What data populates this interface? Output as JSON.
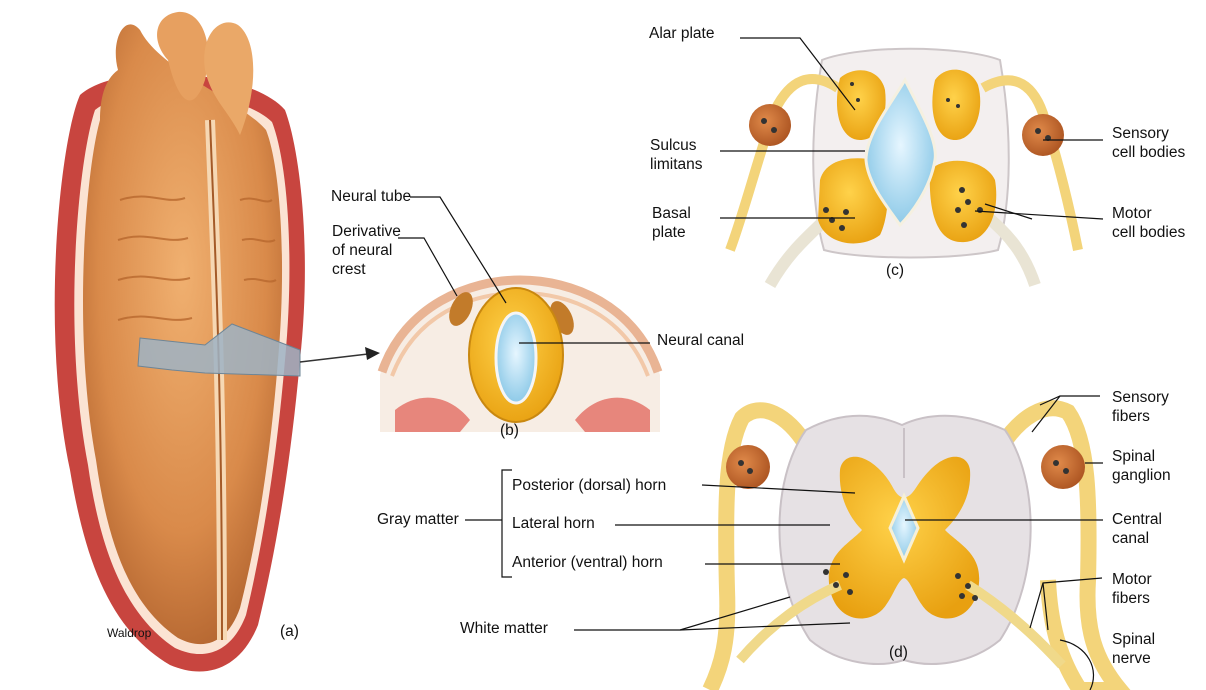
{
  "panels": {
    "a": "(a)",
    "b": "(b)",
    "c": "(c)",
    "d": "(d)"
  },
  "credit": "Waldrop",
  "labels_b": {
    "neural_tube": "Neural tube",
    "derivative_neural_crest": "Derivative\nof neural\ncrest",
    "neural_canal": "Neural canal"
  },
  "labels_c": {
    "alar_plate": "Alar plate",
    "sulcus_limitans": "Sulcus\nlimitans",
    "basal_plate": "Basal\nplate",
    "sensory_cell_bodies": "Sensory\ncell bodies",
    "motor_cell_bodies": "Motor\ncell bodies"
  },
  "labels_d": {
    "gray_matter": "Gray matter",
    "posterior_horn": "Posterior (dorsal) horn",
    "lateral_horn": "Lateral horn",
    "anterior_horn": "Anterior (ventral) horn",
    "white_matter": "White matter",
    "sensory_fibers": "Sensory\nfibers",
    "spinal_ganglion": "Spinal\nganglion",
    "central_canal": "Central\ncanal",
    "motor_fibers": "Motor\nfibers",
    "spinal_nerve": "Spinal\nnerve"
  },
  "colors": {
    "embryo_body": "#d98a4a",
    "embryo_skin": "#c8453f",
    "gray_matter": "#f2b51a",
    "canal": "#a8d8ee",
    "white_matter": "#e6e1e4",
    "ganglion": "#c5692e",
    "nerve": "#f3d47a"
  }
}
